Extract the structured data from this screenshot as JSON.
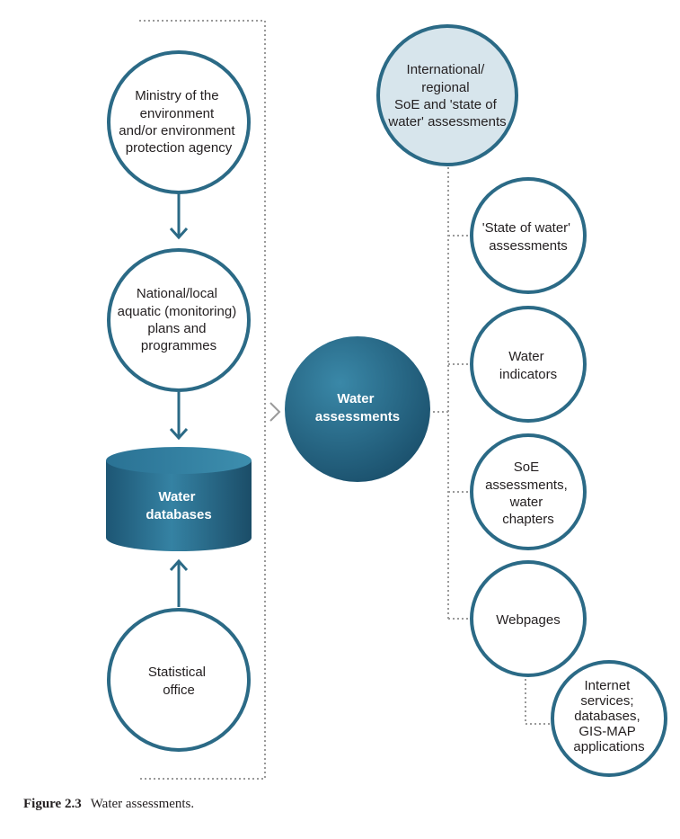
{
  "colors": {
    "ring": "#2b6a86",
    "fill_light": "#d7e5ec",
    "fill_dark": "#1f5a78",
    "connector": "#9a9a9a"
  },
  "nodes": {
    "ministry": {
      "lines": [
        "Ministry of the",
        "environment",
        "and/or environment",
        "protection agency"
      ]
    },
    "national": {
      "lines": [
        "National/local",
        "aquatic (monitoring)",
        "plans and",
        "programmes"
      ]
    },
    "databases": {
      "lines": [
        "Water",
        "databases"
      ]
    },
    "statistical": {
      "lines": [
        "Statistical",
        "office"
      ]
    },
    "water_assessments": {
      "lines": [
        "Water",
        "assessments"
      ]
    },
    "international": {
      "lines": [
        "International/",
        "regional",
        "SoE and 'state of",
        "water' assessments"
      ]
    },
    "state_of_water": {
      "lines": [
        "'State of water'",
        "assessments"
      ]
    },
    "indicators": {
      "lines": [
        "Water",
        "indicators"
      ]
    },
    "soe": {
      "lines": [
        "SoE",
        "assessments,",
        "water",
        "chapters"
      ]
    },
    "webpages": {
      "lines": [
        "Webpages"
      ]
    },
    "internet": {
      "lines": [
        "Internet",
        "services;",
        "databases,",
        "GIS-MAP",
        "applications"
      ]
    }
  },
  "caption": {
    "label": "Figure 2.3",
    "text": "Water assessments."
  }
}
